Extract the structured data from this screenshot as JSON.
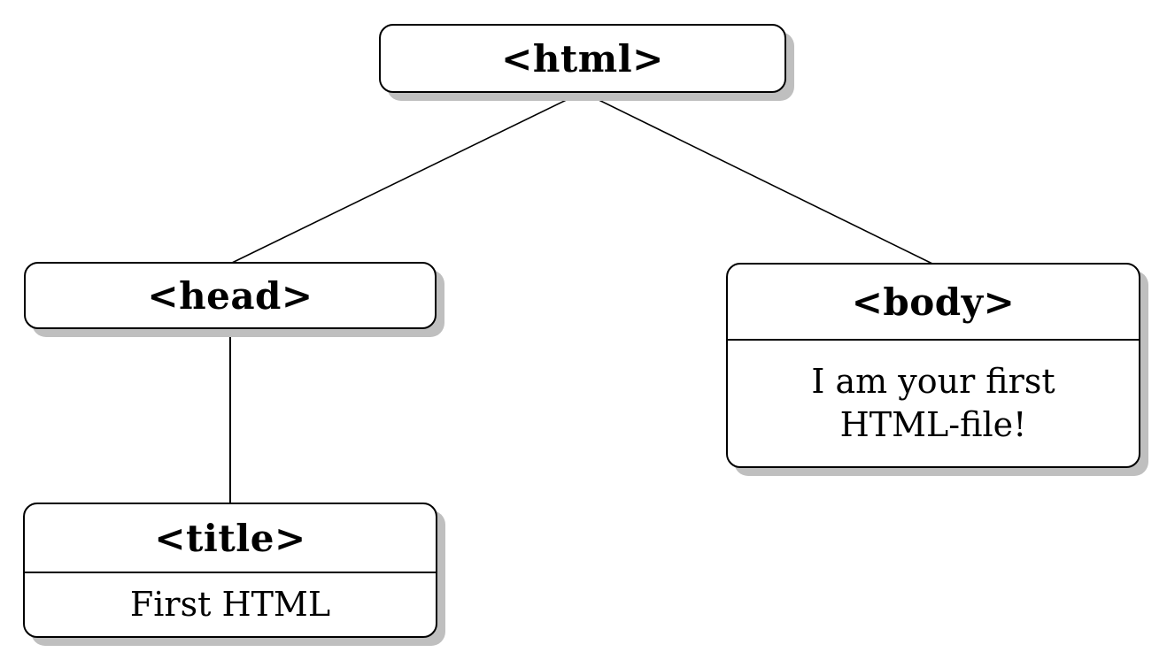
{
  "diagram": {
    "type": "tree",
    "colors": {
      "background": "#ffffff",
      "node_fill": "#ffffff",
      "node_border": "#000000",
      "node_shadow": "#bfbfbf",
      "edge": "#000000",
      "text": "#000000"
    },
    "nodes": {
      "html": {
        "label": "<html>"
      },
      "head": {
        "label": "<head>"
      },
      "body": {
        "label": "<body>",
        "lines": [
          "I am your first",
          "HTML-file!"
        ]
      },
      "title": {
        "label": "<title>",
        "lines": [
          "First HTML"
        ]
      }
    },
    "edges": [
      {
        "from": "html",
        "to": "head"
      },
      {
        "from": "html",
        "to": "body"
      },
      {
        "from": "head",
        "to": "title"
      }
    ]
  }
}
